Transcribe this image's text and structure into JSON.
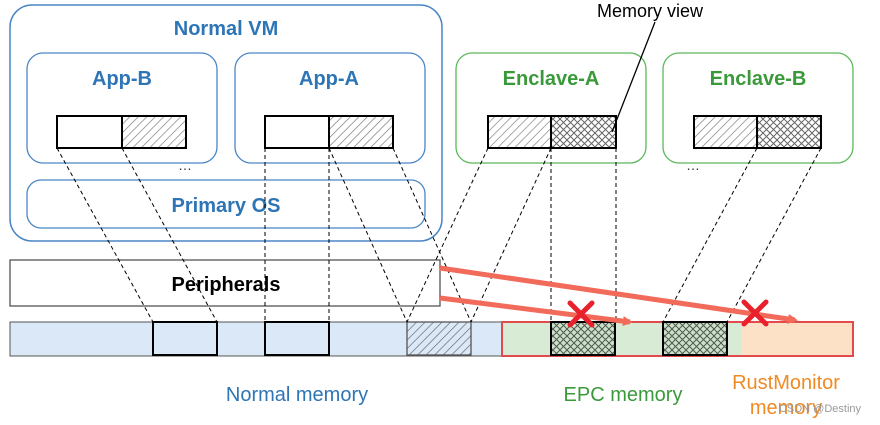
{
  "labels": {
    "normal_vm": "Normal VM",
    "app_b": "App-B",
    "app_a": "App-A",
    "enclave_a": "Enclave-A",
    "enclave_b": "Enclave-B",
    "primary_os": "Primary OS",
    "peripherals": "Peripherals",
    "memory_view": "Memory view",
    "normal_memory": "Normal memory",
    "epc_memory": "EPC memory",
    "rustmonitor_line1": "RustMonitor",
    "rustmonitor_line2": "memory",
    "ellipsis_app_b": "…",
    "ellipsis_enclave_b": "…",
    "watermark": "CSDN @Destiny"
  },
  "colors": {
    "vm_border": "#4a86c5",
    "vm_text": "#2e75b6",
    "enclave_border": "#5cb85c",
    "enclave_text": "#3a9a3a",
    "normal_mem_fill": "#dbe8f7",
    "epc_fill": "#d7ebd5",
    "rustmonitor_fill": "#fde1c7",
    "rustmonitor_border": "#e24b4b",
    "rustmonitor_text": "#f08a24",
    "arrow": "#f26a5a",
    "cross": "#e8212c"
  }
}
